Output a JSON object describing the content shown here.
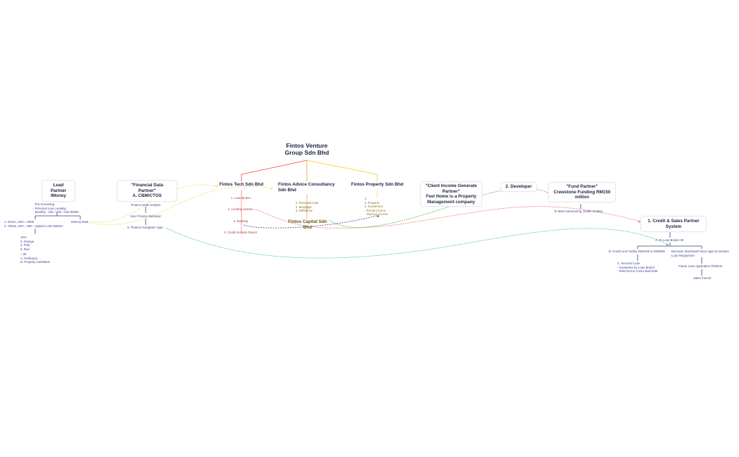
{
  "root": {
    "title_line1": "Fintos Venture",
    "title_line2": "Group Sdn Bhd"
  },
  "lead_partner": {
    "title_line1": "Lead Partner",
    "title_line2": "IMoney",
    "notes": "- Pre-Screening\n- Personal Loan Leading\n- Monthly - 10K / 10K / Sub 8000K",
    "left_branch": "1. Green, 20% = 8000\n2. Yellow, 18% = 800 - Appoint Loan Banker",
    "right_branch": "IMoney Data",
    "sub_list": "10%\n3. Orange\n4. Pink\n5. Red",
    "extra_list": "= 80\nA. Refinance\nB. Property Cashback"
  },
  "financial_partner": {
    "title_line1": "\"Financial Data Partner\"",
    "title_line2": "A. CBM/CTOS",
    "items": [
      "Finance Data Analysis",
      "User Finance Behavior",
      "5. Finance Navigator Apps"
    ]
  },
  "tech": {
    "title": "Fintos Tech Sdn Bhd",
    "items": [
      "1. Loan Broker",
      "2. Lending System",
      "3. Booking",
      "4. Credit Analysis Report"
    ]
  },
  "advice": {
    "title_line1": "Fintos Advice Consultancy",
    "title_line2": "Sdn Bhd",
    "items": "1. Personal Loan\n2. Mortgage\n3. Refinance",
    "capital": "Fintos Capital Sdn Bhd"
  },
  "property": {
    "title": "Fintos Property Sdn Bhd",
    "items": "1.\n2. Property\n3. Investment\n- Rental income\n- Improve Income"
  },
  "client_income": {
    "line1": "\"Client Income Generate",
    "line2": "Partner\"",
    "line3": "Feel Home is a Property",
    "line4": "Management company"
  },
  "developer": {
    "title": "2. Developer"
  },
  "fund_partner": {
    "line1": "\"Fund Partner\"",
    "line2": "Crewstone Funding RM150",
    "line3": "million",
    "note": "To debt restructuring, broker lending"
  },
  "credit_sales": {
    "line1": "1. Credit & Sales Partner",
    "line2": "System",
    "a": "A. To Loan Broker 30",
    "b": "B. Credit Line Facility RM100k to RM500k",
    "borrower": "Borrower download Fintos Apps to mention\nLoan Repayment",
    "c": "C. Secured Loan\n- Guarantee by Loan Broker\n- Risk Pool to Cover Bad Debt",
    "future": "Future Loan Application Platform",
    "sales": "Sales Funnel"
  },
  "colors": {
    "red": "#f26b6b",
    "orange": "#f5a85a",
    "yellow": "#f5d94a",
    "green": "#4caf50",
    "teal": "#3cc08a",
    "navy": "#3a3f8f",
    "text": "#1e2340"
  }
}
